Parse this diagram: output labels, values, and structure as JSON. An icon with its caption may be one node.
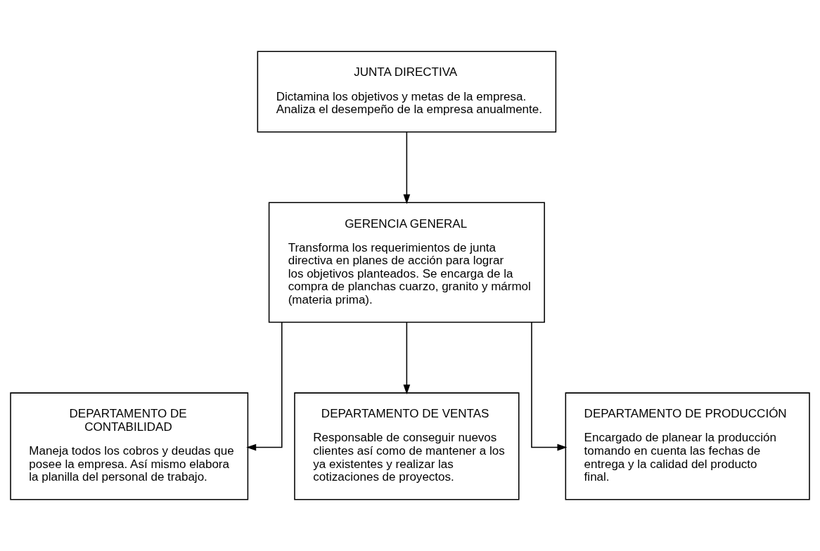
{
  "diagram": {
    "nodes": [
      {
        "text": [
          "JUNTA DIRECTIVA",
          "Dictamina los objetivos y metas de la empresa. Analiza el desempeño de la empresa anualmente."
        ]
      },
      {
        "text": [
          "GERENCIA GENERAL",
          "Transforma los requerimientos de junta directiva en planes de acción para lograr los objetivos planteados. Se encarga de la compra de planchas cuarzo, granito y mármol (materia prima)."
        ]
      },
      {
        "text": [
          "DEPARTAMENTO DE CONTABILIDAD",
          "Maneja todos los cobros y deudas que posee la empresa. Así mismo elabora la planilla del personal de trabajo."
        ]
      },
      {
        "text": [
          "DEPARTAMENTO DE VENTAS",
          "Responsable de conseguir nuevos clientes así como de mantener a los ya existentes y realizar las cotizaciones de proyectos."
        ]
      },
      {
        "text": [
          "DEPARTAMENTO DE PRODUCCIÓN",
          "Encargado de planear la producción tomando en cuenta las fechas de entrega y la calidad del producto final."
        ]
      }
    ],
    "edges": [
      {
        "from": 0,
        "to": 1,
        "arrow": "to"
      },
      {
        "from": 1,
        "to": 2,
        "arrow": "to"
      },
      {
        "from": 1,
        "to": 3,
        "arrow": "to"
      },
      {
        "from": 1,
        "to": 4,
        "arrow": "to"
      }
    ]
  }
}
